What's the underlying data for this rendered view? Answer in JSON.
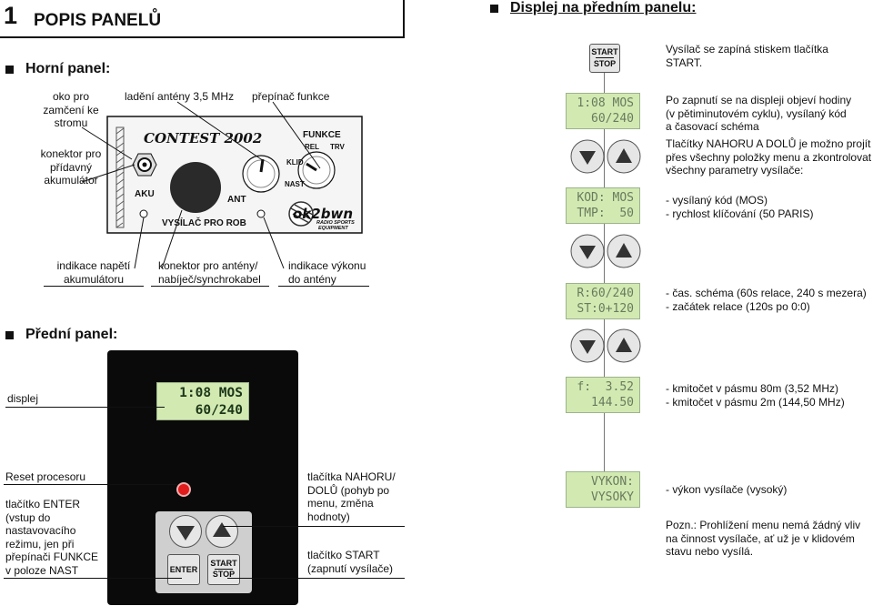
{
  "chapter": {
    "number": "1",
    "title": "POPIS PANELŮ"
  },
  "sections": {
    "top_panel": "Horní panel:",
    "front_panel": "Přední panel:",
    "display": "Displej na předním panelu:"
  },
  "top_labels": {
    "eye": "oko pro\nzamčení ke\nstromu",
    "tuning": "ladění antény 3,5 MHz",
    "switch": "přepínač funkce",
    "connector": "konektor pro\npřídavný\nakumulátor",
    "battery_ind": "indikace napětí\nakumulátoru",
    "ant_conn": "konektor pro antény/\nnabíječ/synchrokabel",
    "power_ind": "indikace výkonu\ndo antény"
  },
  "device_top": {
    "title": "CONTEST 2002",
    "funkce": "FUNKCE",
    "rel": "REL",
    "trv": "TRV",
    "klid": "KLID",
    "nast": "NAST",
    "aku": "AKU",
    "ant": "ANT",
    "name": "VYSÍLAČ PRO ROB",
    "logo": "ok2bwn",
    "logo_sub1": "RADIO SPORTS",
    "logo_sub2": "EQUIPMENT"
  },
  "front_labels": {
    "displej": "displej",
    "reset": "Reset procesoru",
    "enter": "tlačítko ENTER\n(vstup do\nnastavovacího\nrežimu, jen při\npřepínači FUNKCE\nv poloze NAST",
    "updown": "tlačítka NAHORU/\nDOLŮ (pohyb po\nmenu, změna\nhodnoty)",
    "start": "tlačítko START\n(zapnutí vysílače)"
  },
  "front_device": {
    "lcd": "1:08 MOS\n 60/240",
    "enter_btn": "ENTER",
    "start_btn": "START",
    "stop_btn": "STOP"
  },
  "display_column": {
    "start_btn": "START",
    "stop_btn": "STOP",
    "screens": [
      "1:08 MOS\n 60/240",
      "KOD: MOS\nTMP:  50",
      "R:60/240\nST:0+120",
      "f:  3.52\n  144.50",
      "VYKON:\n  VYSOKY"
    ]
  },
  "descriptions": {
    "d0": "Vysílač se zapíná stiskem tlačítka\nSTART.",
    "d1": "Po zapnutí se na displeji objeví hodiny\n(v pětiminutovém cyklu), vysílaný kód\na časovací schéma",
    "d1b": "Tlačítky NAHORU A DOLŮ je možno projít\npřes všechny položky menu a zkontrolovat\nvšechny parametry vysílače:",
    "d2": "- vysílaný kód (MOS)\n- rychlost klíčování (50 PARIS)",
    "d3": "- čas. schéma (60s relace, 240 s mezera)\n- začátek relace (120s po 0:0)",
    "d4": "- kmitočet v pásmu 80m (3,52 MHz)\n- kmitočet v pásmu 2m (144,50 MHz)",
    "d5": "- výkon vysílače (vysoký)",
    "d6": "Pozn.: Prohlížení menu nemá žádný vliv\nna činnost vysílače, ať už je v klidovém\nstavu nebo vysílá."
  }
}
